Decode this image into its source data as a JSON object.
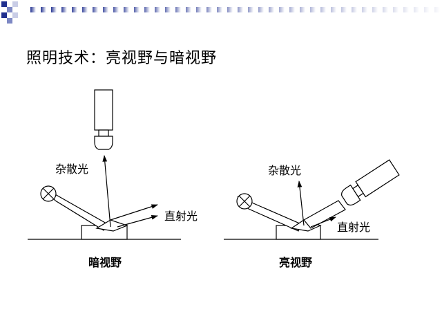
{
  "header": {
    "checker_colors": [
      "#1f2f8f",
      "#7d88c4",
      "#c9cde6",
      "#ffffff"
    ],
    "bar_color": "#1f2f8f"
  },
  "slide": {
    "title": "照明技术：亮视野与暗视野"
  },
  "dark_field": {
    "scatter_label": "杂散光",
    "direct_label": "直射光",
    "caption": "暗视野"
  },
  "bright_field": {
    "scatter_label": "杂散光",
    "direct_label": "直射光",
    "caption": "亮视野"
  }
}
